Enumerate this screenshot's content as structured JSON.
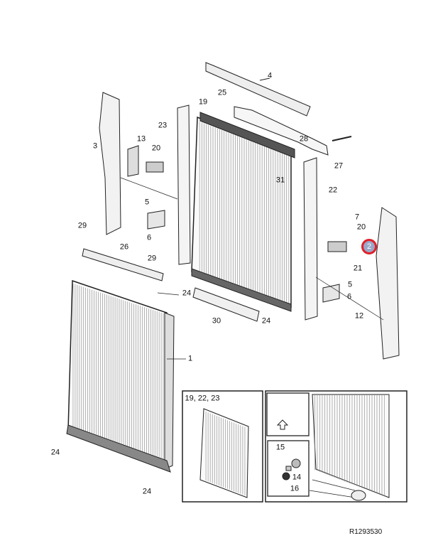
{
  "diagram": {
    "labels": [
      {
        "text": "4"
      },
      {
        "text": "25"
      },
      {
        "text": "19"
      },
      {
        "text": "23"
      },
      {
        "text": "13"
      },
      {
        "text": "3"
      },
      {
        "text": "20"
      },
      {
        "text": "28"
      },
      {
        "text": "27"
      },
      {
        "text": "31"
      },
      {
        "text": "22"
      },
      {
        "text": "5"
      },
      {
        "text": "7"
      },
      {
        "text": "29"
      },
      {
        "text": "20"
      },
      {
        "text": "6"
      },
      {
        "text": "26"
      },
      {
        "text": "29"
      },
      {
        "text": "21"
      },
      {
        "text": "5"
      },
      {
        "text": "24"
      },
      {
        "text": "6"
      },
      {
        "text": "12"
      },
      {
        "text": "30"
      },
      {
        "text": "24"
      },
      {
        "text": "1"
      },
      {
        "text": "24"
      },
      {
        "text": "24"
      },
      {
        "text": "15"
      },
      {
        "text": "14"
      },
      {
        "text": "16"
      }
    ],
    "highlighted_callout": "2",
    "inset_left_title": "19, 22, 23",
    "reference_code": "R1293530",
    "highlight_color": "#e0202a"
  }
}
